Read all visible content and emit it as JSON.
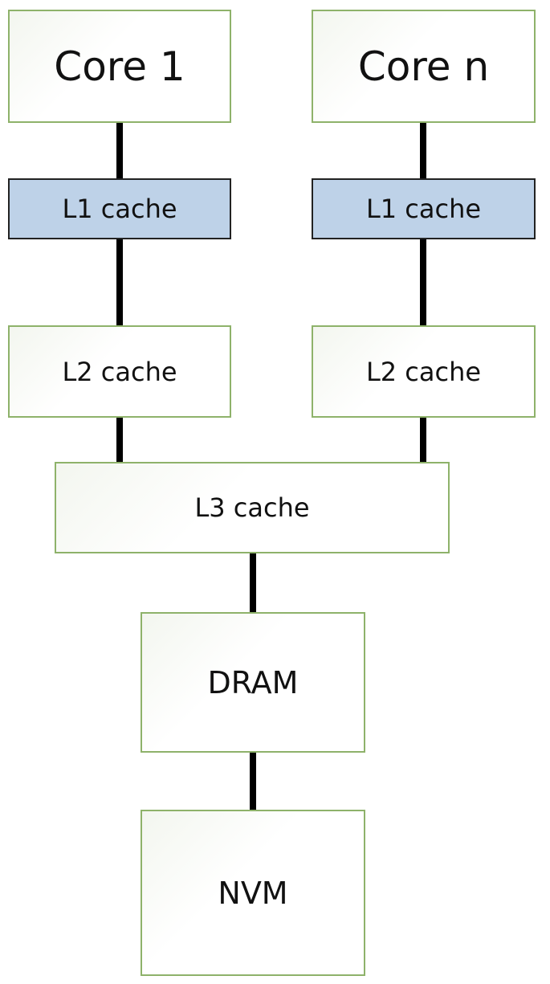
{
  "nodes": {
    "core_1": "Core 1",
    "core_n": "Core n",
    "l1_left": "L1 cache",
    "l1_right": "L1 cache",
    "l2_left": "L2 cache",
    "l2_right": "L2 cache",
    "l3": "L3 cache",
    "dram": "DRAM",
    "nvm": "NVM"
  },
  "colors": {
    "green_border": "#8eb26a",
    "blue_fill": "#bed2e8",
    "connector": "#000000"
  }
}
